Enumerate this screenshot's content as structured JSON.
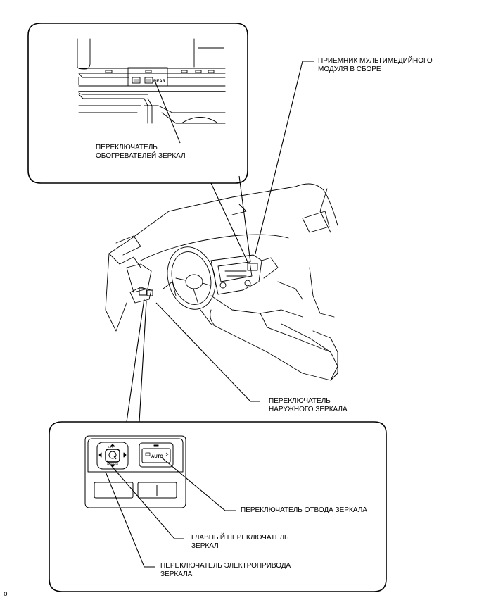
{
  "callouts": {
    "heater_switch": {
      "line1": "ПЕРЕКЛЮЧАТЕЛЬ",
      "line2": "ОБОГРЕВАТЕЛЕЙ ЗЕРКАЛ"
    },
    "multimedia_receiver": {
      "line1": "ПРИЕМНИК МУЛЬТИМЕДИЙНОГО",
      "line2": "МОДУЛЯ В СБОРЕ"
    },
    "outer_mirror_switch": {
      "line1": "ПЕРЕКЛЮЧАТЕЛЬ",
      "line2": "НАРУЖНОГО ЗЕРКАЛА"
    },
    "retract_switch": {
      "line1": "ПЕРЕКЛЮЧАТЕЛЬ ОТВОДА ЗЕРКАЛА"
    },
    "main_switch": {
      "line1": "ГЛАВНЫЙ ПЕРЕКЛЮЧАТЕЛЬ",
      "line2": "ЗЕРКАЛ"
    },
    "power_switch": {
      "line1": "ПЕРЕКЛЮЧАТЕЛЬ ЭЛЕКТРОПРИВОДА",
      "line2": "ЗЕРКАЛА"
    }
  },
  "switch_labels": {
    "rear": "REAR",
    "auto": "AUTO",
    "mirror": "MIRROR",
    "lr": "L R"
  },
  "corner_mark": "o"
}
